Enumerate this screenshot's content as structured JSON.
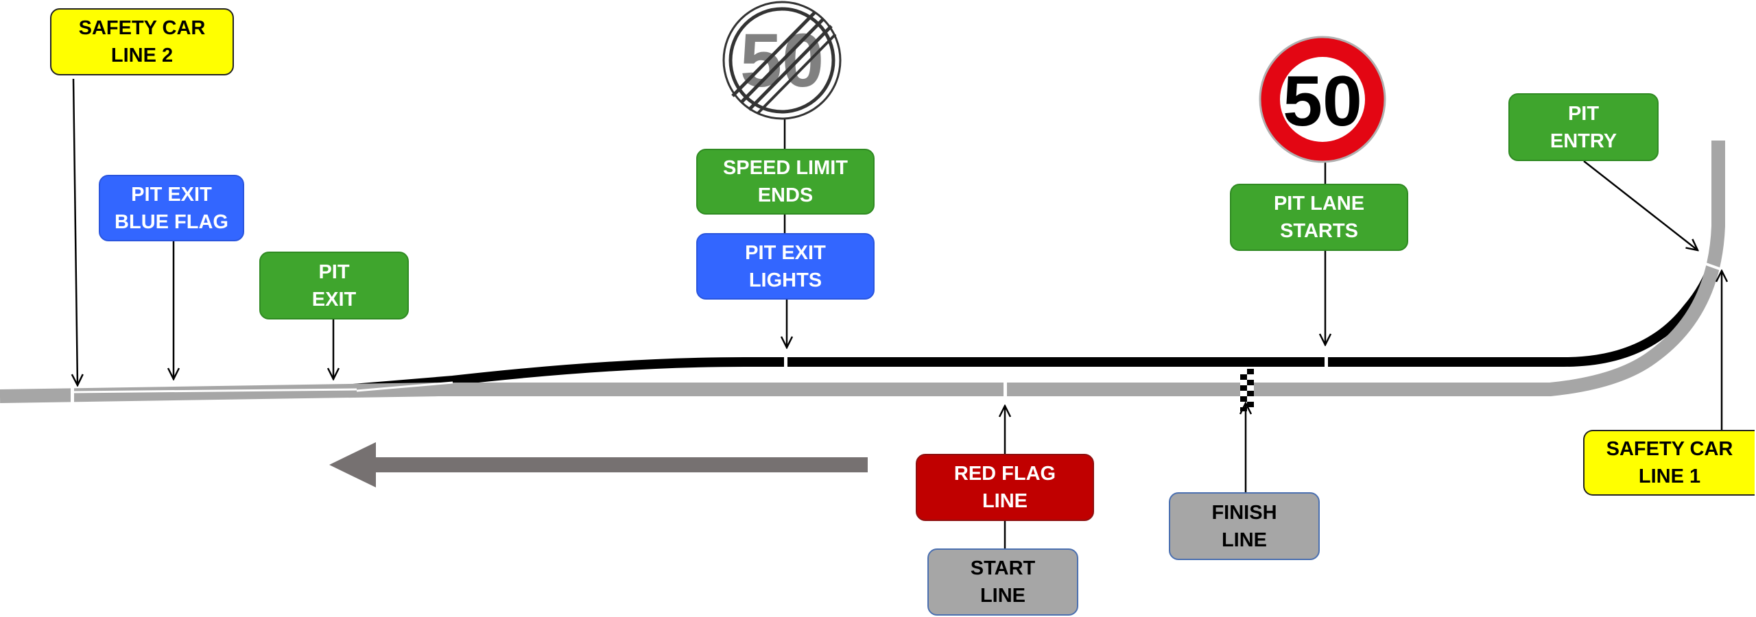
{
  "labels": {
    "safety_car_line_2": [
      "SAFETY CAR",
      "LINE 2"
    ],
    "pit_exit_blue_flag": [
      "PIT EXIT",
      "BLUE FLAG"
    ],
    "pit_exit": [
      "PIT",
      "EXIT"
    ],
    "speed_limit_ends": [
      "SPEED LIMIT",
      "ENDS"
    ],
    "pit_exit_lights": [
      "PIT EXIT",
      "LIGHTS"
    ],
    "pit_lane_starts": [
      "PIT LANE",
      "STARTS"
    ],
    "pit_entry": [
      "PIT",
      "ENTRY"
    ],
    "safety_car_line_1": [
      "SAFETY CAR",
      "LINE 1"
    ],
    "red_flag_line": [
      "RED FLAG",
      "LINE"
    ],
    "start_line": [
      "START",
      "LINE"
    ],
    "finish_line": [
      "FINISH",
      "LINE"
    ]
  },
  "signs": {
    "speed_limit_end_value": "50",
    "speed_limit_value": "50"
  },
  "icons": {
    "speed_limit_end_sign": "end-of-speed-limit-sign-icon",
    "speed_limit_sign": "speed-limit-sign-icon",
    "direction_arrow": "direction-arrow-left-icon",
    "finish_checker": "checkered-line-icon"
  },
  "colors": {
    "track": "#a6a6a6",
    "pit_lane": "#000000",
    "green_box": "#3fa52d",
    "blue_box": "#3366ff",
    "yellow_box": "#ffff00",
    "red_box": "#c00000",
    "grey_box": "#a6a6a6",
    "sign_red": "#e30613",
    "direction_arrow": "#767171"
  }
}
